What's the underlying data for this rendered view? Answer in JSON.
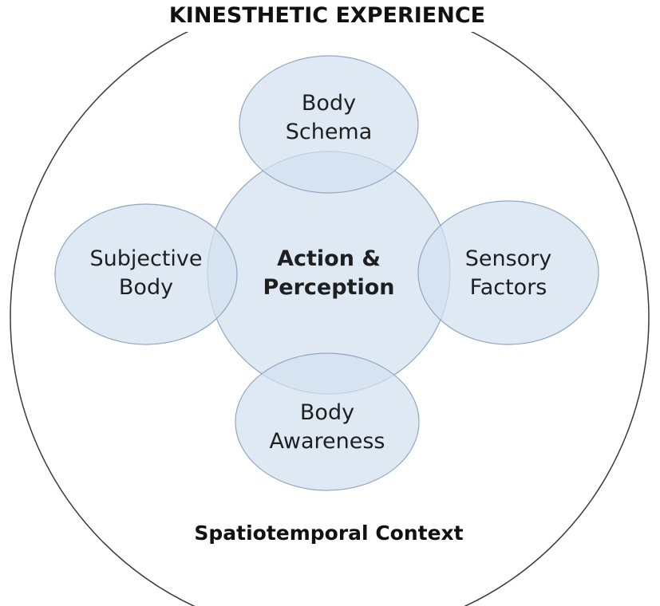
{
  "title": "KINESTHETIC EXPERIENCE",
  "context_label": "Spatiotemporal Context",
  "center": {
    "line1": "Action &",
    "line2": "Perception"
  },
  "nodes": {
    "top": {
      "line1": "Body",
      "line2": "Schema"
    },
    "left": {
      "line1": "Subjective",
      "line2": "Body"
    },
    "right": {
      "line1": "Sensory",
      "line2": "Factors"
    },
    "bottom": {
      "line1": "Body",
      "line2": "Awareness"
    }
  },
  "colors": {
    "circle_fill": "#d3e0ef",
    "circle_stroke": "#8fa7c4",
    "outer_stroke": "#3a3a3a",
    "text": "#1f1f1f"
  }
}
